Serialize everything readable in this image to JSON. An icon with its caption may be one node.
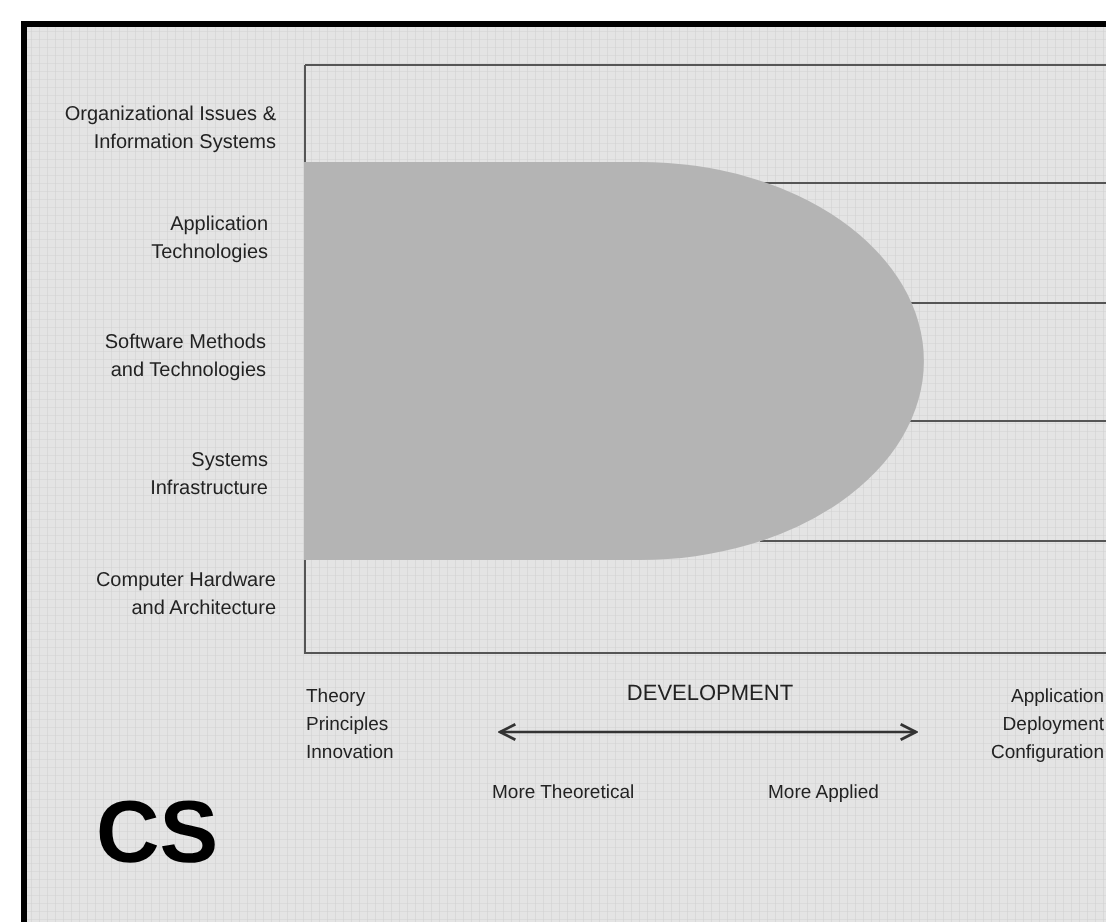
{
  "diagram": {
    "nodes": [
      {
        "text": [],
        "shape": "bar"
      }
    ],
    "labels": [
      "Organizational Issues & Information Systems",
      "Application Technologies",
      "Software Methods and Technologies",
      "Systems Infrastructure",
      "Computer Hardware and Architecture",
      "Theory Principles Innovation",
      "DEVELOPMENT",
      "Application Deployment Configuration",
      "More Theoretical",
      "More Applied",
      "CS"
    ]
  }
}
